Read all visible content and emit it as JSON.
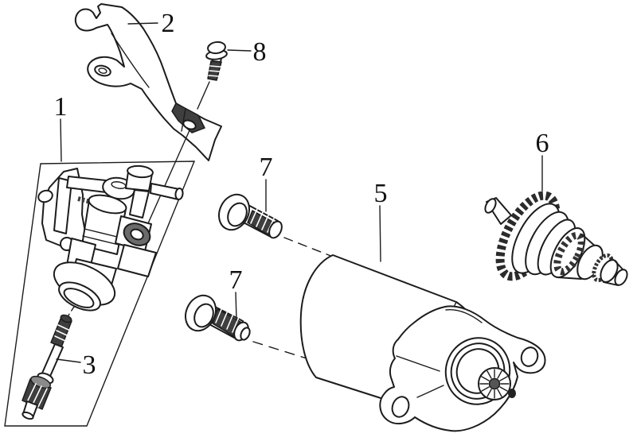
{
  "figure": {
    "background": "#ffffff",
    "line_color": "#1c1c1c",
    "shade_color": "#3f3f3f"
  },
  "callouts": [
    {
      "label": "1"
    },
    {
      "label": "2"
    },
    {
      "label": "3"
    },
    {
      "label": "5"
    },
    {
      "label": "6"
    },
    {
      "label": "7"
    },
    {
      "label": "7"
    },
    {
      "label": "8"
    }
  ]
}
